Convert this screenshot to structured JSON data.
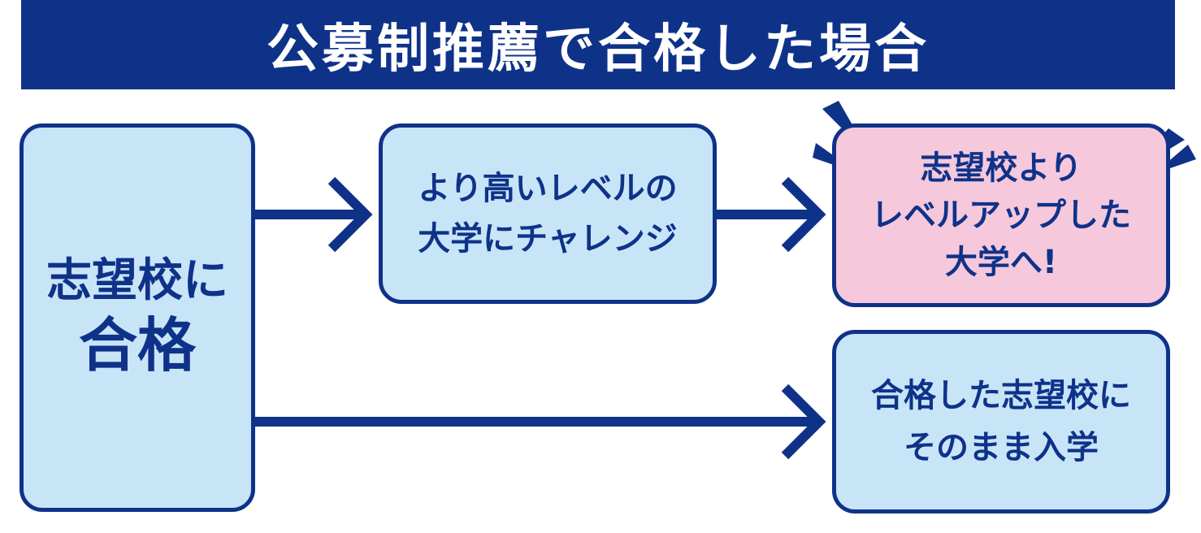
{
  "header": {
    "title": "公募制推薦で合格した場合"
  },
  "nodes": {
    "start": {
      "line1": "志望校に",
      "line2": "合格"
    },
    "challenge": {
      "line1": "より高いレベルの",
      "line2": "大学にチャレンジ"
    },
    "result": {
      "line1": "志望校より",
      "line2": "レベルアップした",
      "line3": "大学へ!"
    },
    "stay": {
      "line1": "合格した志望校に",
      "line2": "そのまま入学"
    }
  },
  "colors": {
    "navy": "#0f3289",
    "light_blue": "#c8e5f8",
    "pink": "#f5c8dc",
    "white": "#ffffff"
  }
}
